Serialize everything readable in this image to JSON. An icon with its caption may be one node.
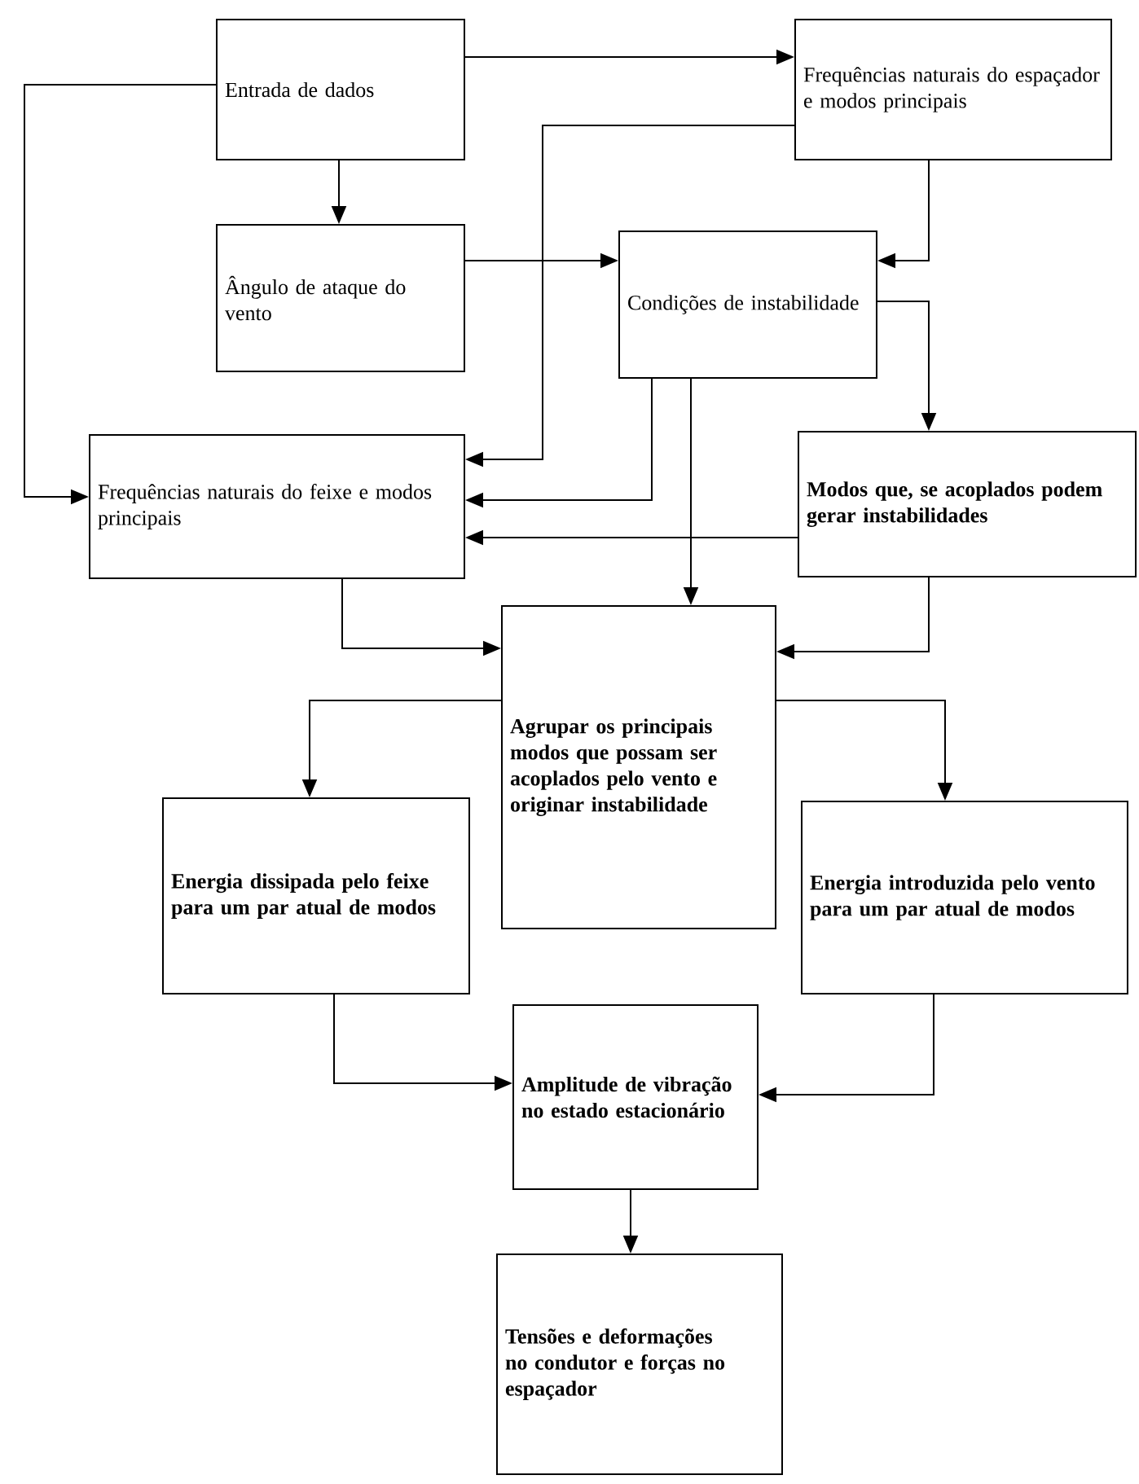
{
  "diagram": {
    "nodes": [
      {
        "text": [
          "Entrada de dados"
        ]
      },
      {
        "text": [
          "Frequências naturais do espaçador e modos principais"
        ]
      },
      {
        "text": [
          "Ângulo de ataque do vento"
        ]
      },
      {
        "text": [
          "Condições de instabilidade"
        ]
      },
      {
        "text": [
          "Frequências naturais do feixe e modos principais"
        ]
      },
      {
        "text": [
          "Modos que, se acoplados podem gerar instabilidades"
        ]
      },
      {
        "text": [
          "Agrupar os principais modos que possam ser acoplados pelo vento e originar instabilidade"
        ]
      },
      {
        "text": [
          "Energia dissipada pelo feixe para um par atual de modos"
        ]
      },
      {
        "text": [
          "Energia introduzida pelo vento para um par atual de modos"
        ]
      },
      {
        "text": [
          "Amplitude de vibração no estado estacionário"
        ]
      },
      {
        "text": [
          "Tensões e deformações no condutor e forças no espaçador"
        ]
      }
    ],
    "edges": [
      {
        "from": 0,
        "to": 1,
        "arrow": "to"
      },
      {
        "from": 0,
        "to": 2,
        "arrow": "to"
      },
      {
        "from": 0,
        "to": 4,
        "arrow": "to"
      },
      {
        "from": 1,
        "to": 4,
        "arrow": "to"
      },
      {
        "from": 1,
        "to": 3,
        "arrow": "to"
      },
      {
        "from": 2,
        "to": 3,
        "arrow": "to"
      },
      {
        "from": 3,
        "to": 5,
        "arrow": "to"
      },
      {
        "from": 3,
        "to": 4,
        "arrow": "to"
      },
      {
        "from": 3,
        "to": 6,
        "arrow": "to"
      },
      {
        "from": 5,
        "to": 4,
        "arrow": "to"
      },
      {
        "from": 4,
        "to": 6,
        "arrow": "to"
      },
      {
        "from": 5,
        "to": 6,
        "arrow": "to"
      },
      {
        "from": 6,
        "to": 7,
        "arrow": "to"
      },
      {
        "from": 6,
        "to": 8,
        "arrow": "to"
      },
      {
        "from": 7,
        "to": 9,
        "arrow": "to"
      },
      {
        "from": 8,
        "to": 9,
        "arrow": "to"
      },
      {
        "from": 9,
        "to": 10,
        "arrow": "to"
      }
    ]
  }
}
